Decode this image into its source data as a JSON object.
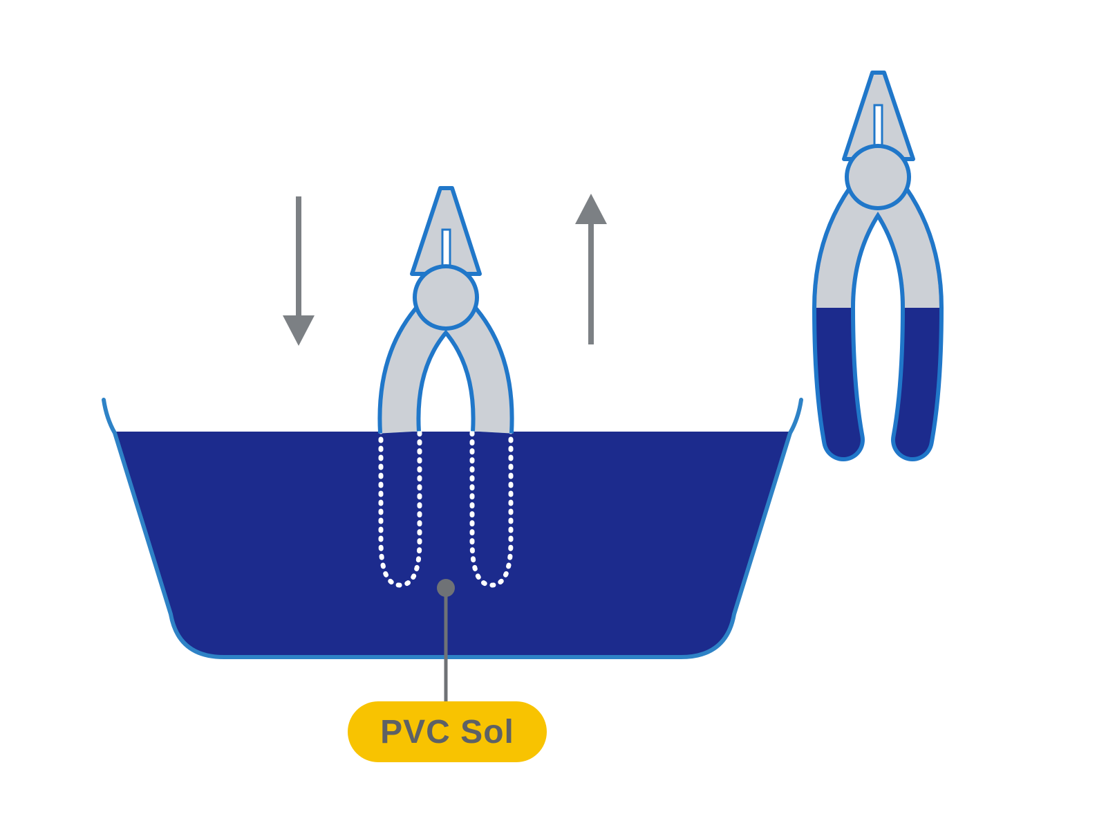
{
  "diagram": {
    "label": {
      "text": "PVC Sol"
    },
    "icons": {
      "bath": "pvc-sol-bath",
      "arrow_down": "down-arrow-icon",
      "arrow_up": "up-arrow-icon",
      "pliers_dipping": "pliers-dipping-icon",
      "pliers_coated": "pliers-coated-icon",
      "pointer": "label-pointer"
    }
  },
  "colors": {
    "liquid": "#1c2b8d",
    "vat_outline": "#2e82c6",
    "plier_outline": "#2077c9",
    "plier_body": "#ccd0d6",
    "grip_navy": "#1c2b8d",
    "dotted_white": "#ffffff",
    "slit_white": "#ffffff",
    "arrow_gray": "#7c8084",
    "pointer_gray": "#6f7276",
    "label_bg": "#f8c301",
    "label_text": "#5d6166"
  }
}
